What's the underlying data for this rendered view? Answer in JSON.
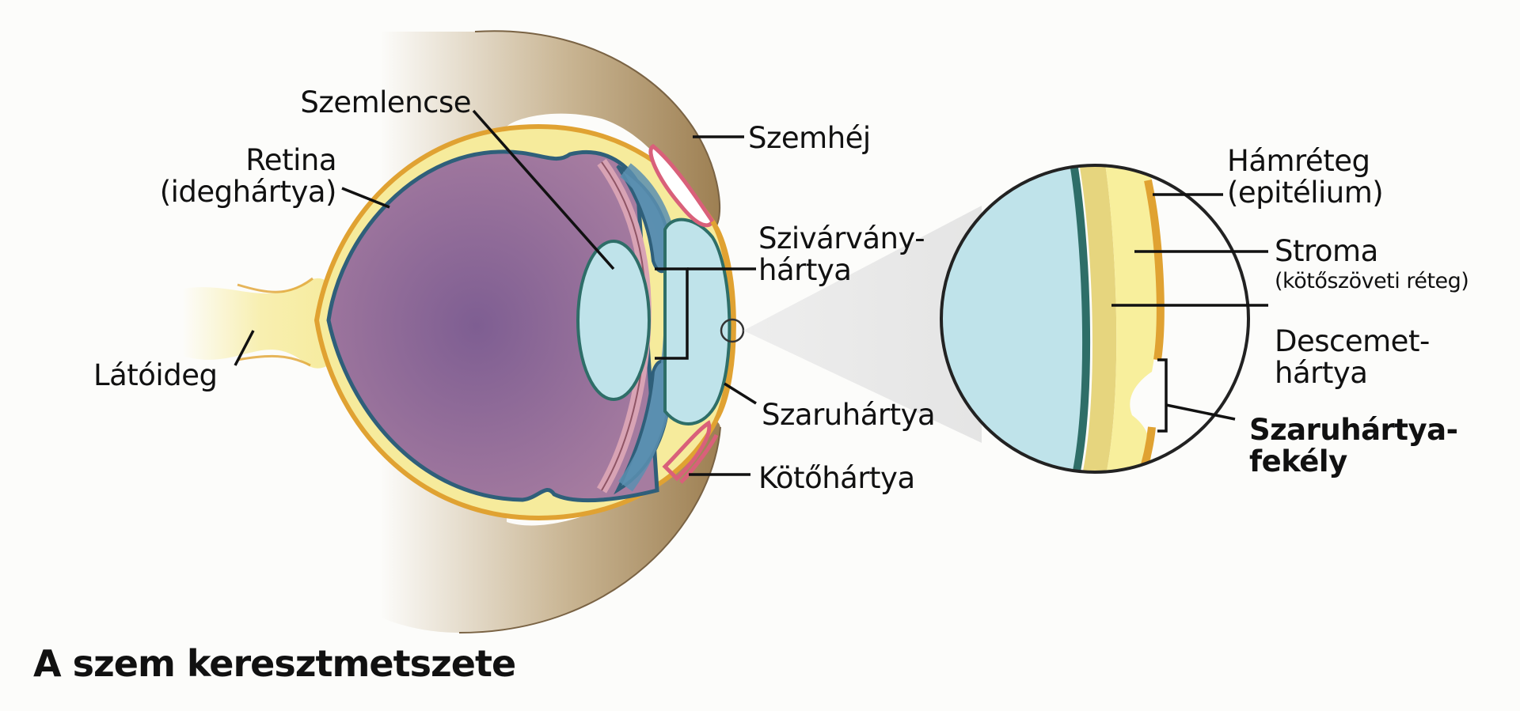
{
  "title": "A szem keresztmetszete",
  "labels": {
    "szemlencse": "Szemlencse",
    "retina_1": "Retina",
    "retina_2": "(ideghártya)",
    "latoideg": "Látóideg",
    "szemhej": "Szemhéj",
    "szivarvany_1": "Szivárvány-",
    "szivarvany_2": "hártya",
    "szaruhartya": "Szaruhártya",
    "kotohartya": "Kötőhártya",
    "hamreteg_1": "Hámréteg",
    "hamreteg_2": "(epitélium)",
    "stroma_1": "Stroma",
    "stroma_2": "(kötőszöveti réteg)",
    "descemet_1": "Descemet-",
    "descemet_2": "hártya",
    "fekely_1": "Szaruhártya-",
    "fekely_2": "fekély"
  },
  "colors": {
    "background": "#fcfcfa",
    "vitreous": "#8e6a96",
    "sclera": "#f6eb9c",
    "sclera_edge": "#e0a232",
    "retina_edge": "#2f5f7a",
    "cornea": "#bfe3ea",
    "cornea_edge": "#2e6e68",
    "iris": "#5b8fb0",
    "eyelid": "#a5875c",
    "conjunctiva": "#d9607a",
    "stroma_inner": "#e6d57e",
    "descemet": "#2e6e68"
  }
}
